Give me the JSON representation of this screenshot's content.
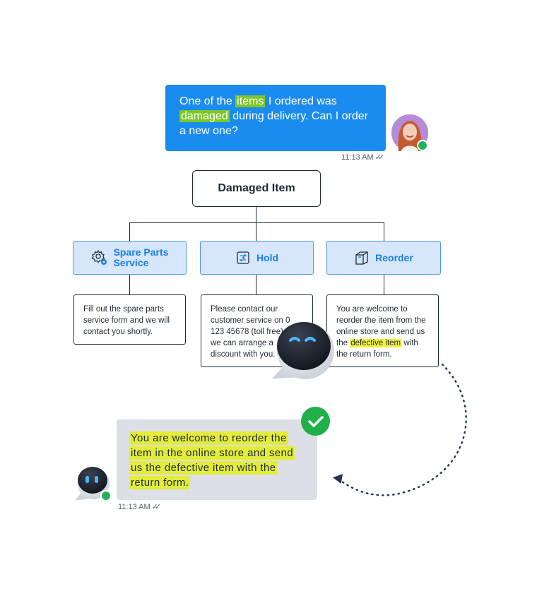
{
  "user_message": {
    "pre": "One of the ",
    "hl1": "items",
    "mid": " I ordered was ",
    "hl2": "damaged",
    "post": " during delivery. Can I order a new one?",
    "time": "11:13 AM"
  },
  "diagram": {
    "root": "Damaged Item",
    "branches": [
      {
        "label_line1": "Spare Parts",
        "label_line2": "Service",
        "icon": "gear-icon",
        "text": "Fill out the spare parts service form and we will contact you shortly."
      },
      {
        "label": "Hold",
        "icon": "exchange-icon",
        "text": "Please contact our customer service on 0 123 45678 (toll free) and we can arrange a discount with you."
      },
      {
        "label": "Reorder",
        "icon": "box-icon",
        "text_pre": "You are welcome to reorder the item from the online store and send us the ",
        "text_hl": "defective item",
        "text_post": " with the return form."
      }
    ]
  },
  "bot_message": {
    "text": "You are welcome to reorder the item in the online store and send us the defective item with the return form.",
    "time": "11:13 AM"
  },
  "colors": {
    "user_bubble": "#1a8cf0",
    "highlight_green": "#7cc728",
    "branch_fill": "#d6e6fb",
    "branch_text": "#1a7fe0",
    "highlight_yellow": "#f3f33a",
    "bot_bubble": "#dcdfe5",
    "online": "#22b35a",
    "check": "#1fb04a"
  }
}
